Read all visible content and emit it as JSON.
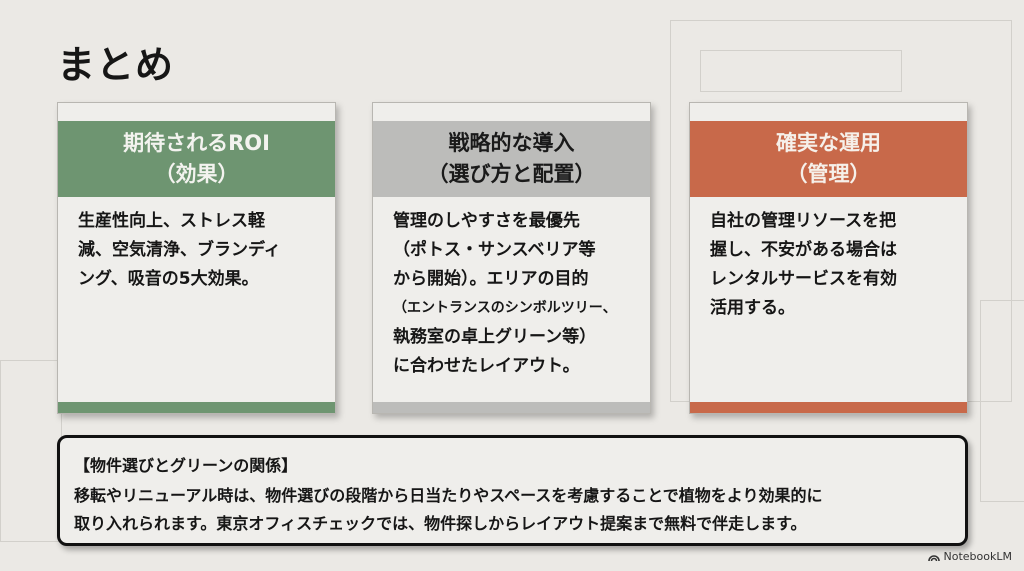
{
  "title": "まとめ",
  "cards": [
    {
      "heading": [
        "期待されるROI",
        "（効果）"
      ],
      "body": [
        "生産性向上、ストレス軽",
        "減、空気清浄、ブランディ",
        "ング、吸音の5大効果。"
      ]
    },
    {
      "heading": [
        "戦略的な導入",
        "（選び方と配置）"
      ],
      "body": [
        "管理のしやすさを最優先",
        "（ポトス・サンスベリア等",
        "から開始）。エリアの目的",
        "（エントランスのシンボルツリー、",
        "執務室の卓上グリーン等）",
        "に合わせたレイアウト。"
      ]
    },
    {
      "heading": [
        "確実な運用",
        "（管理）"
      ],
      "body": [
        "自社の管理リソースを把",
        "握し、不安がある場合は",
        "レンタルサービスを有効",
        "活用する。"
      ]
    }
  ],
  "note": {
    "title": "【物件選びとグリーンの関係】",
    "lines": [
      "移転やリニューアル時は、物件選びの段階から日当たりやスペースを考慮することで植物をより効果的に",
      "取り入れられます。東京オフィスチェックでは、物件探しからレイアウト提案まで無料で伴走します。"
    ]
  },
  "brand": "NotebookLM",
  "colors": {
    "green": "#6e9571",
    "gray": "#bcbcba",
    "orange": "#c8694a"
  }
}
